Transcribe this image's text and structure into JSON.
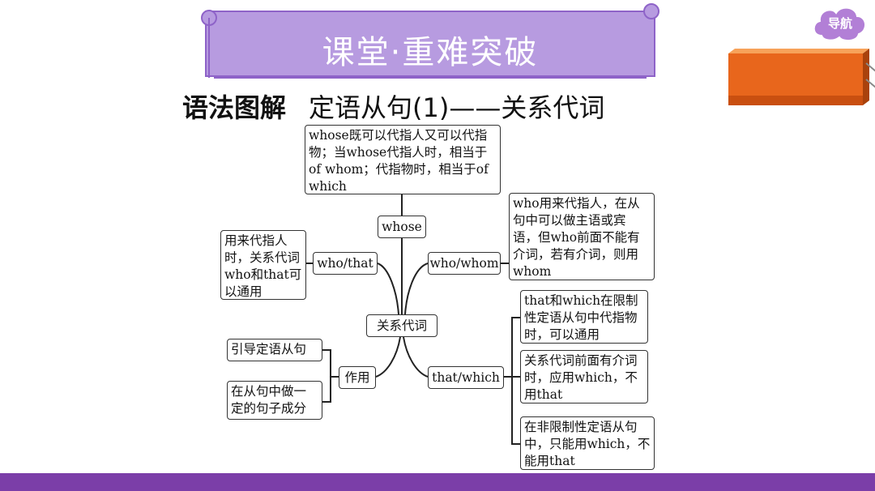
{
  "banner": {
    "title": "课堂·重难突破",
    "color": "#b79be0"
  },
  "nav": {
    "label": "导航",
    "color": "#b27fd6"
  },
  "heading": {
    "bold_part": "语法图解",
    "topic": "定语从句(1)——关系代词"
  },
  "mindmap": {
    "center": "关系代词",
    "whose": {
      "label": "whose",
      "note": "whose既可以代指人又可以代指物；当whose代指人时，相当于of whom；代指物时，相当于of which"
    },
    "who_that": {
      "label": "who/that",
      "note": "用来代指人时，关系代词who和that可以通用"
    },
    "who_whom": {
      "label": "who/whom",
      "note": "who用来代指人，在从句中可以做主语或宾语，但who前面不能有介词，若有介词，则用whom"
    },
    "function": {
      "label": "作用",
      "notes": [
        "引导定语从句",
        "在从句中做一定的句子成分"
      ]
    },
    "that_which": {
      "label": "that/which",
      "notes": [
        "that和which在限制性定语从句中代指物时，可以通用",
        "关系代词前面有介词时，应用which，不用that",
        "在非限制性定语从句中，只能用which，不能用that"
      ]
    }
  },
  "colors": {
    "footer": "#7b3ea8",
    "bar": "#e8661c",
    "line": "#222222"
  }
}
